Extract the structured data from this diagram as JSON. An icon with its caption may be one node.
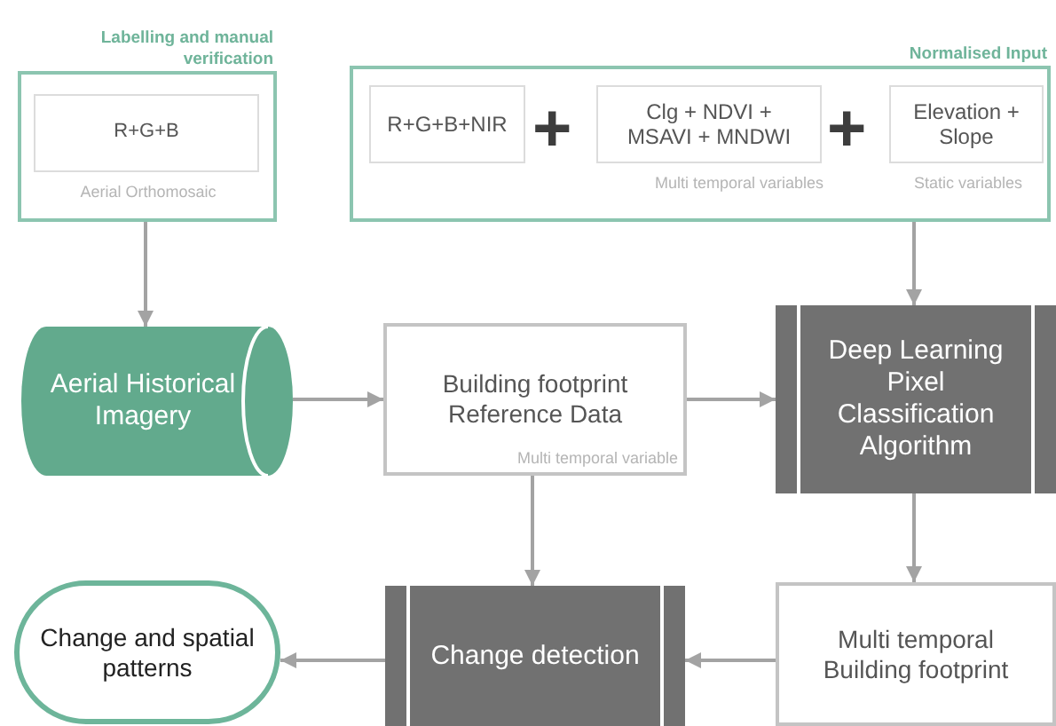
{
  "diagram": {
    "nodes": [
      {
        "text": [
          "Labelling and manual verification"
        ]
      },
      {
        "text": [
          "R+G+B"
        ],
        "in": 0,
        "beside": [
          "Aerial Orthomosaic"
        ]
      },
      {
        "text": [
          "Normalised Input"
        ]
      },
      {
        "text": [
          "R+G+B+NIR"
        ],
        "in": 2
      },
      {
        "text": [
          "Clg + NDVI + MSAVI + MNDWI"
        ],
        "in": 2,
        "beside": [
          "Multi temporal variables"
        ]
      },
      {
        "text": [
          "Elevation + Slope"
        ],
        "in": 2,
        "beside": [
          "Static variables"
        ]
      },
      {
        "text": [
          "Aerial Historical Imagery"
        ]
      },
      {
        "text": [
          "Building footprint Reference Data",
          "Multi temporal variable"
        ]
      },
      {
        "text": [
          "Deep Learning Pixel Classification Algorithm"
        ]
      },
      {
        "text": [
          "Change and spatial patterns"
        ]
      },
      {
        "text": [
          "Change detection"
        ]
      },
      {
        "text": [
          "Multi temporal Building footprint"
        ]
      }
    ],
    "edges": [
      {
        "from": 0,
        "to": 6,
        "arrow": "to"
      },
      {
        "from": 2,
        "to": 8,
        "arrow": "to"
      },
      {
        "from": 6,
        "to": 7,
        "arrow": "to"
      },
      {
        "from": 7,
        "to": 8,
        "arrow": "to"
      },
      {
        "from": 7,
        "to": 10,
        "arrow": "to"
      },
      {
        "from": 8,
        "to": 11,
        "arrow": "to"
      },
      {
        "from": 11,
        "to": 10,
        "arrow": "to"
      },
      {
        "from": 10,
        "to": 9,
        "arrow": "to"
      }
    ],
    "labels": [
      "+",
      "+"
    ]
  }
}
